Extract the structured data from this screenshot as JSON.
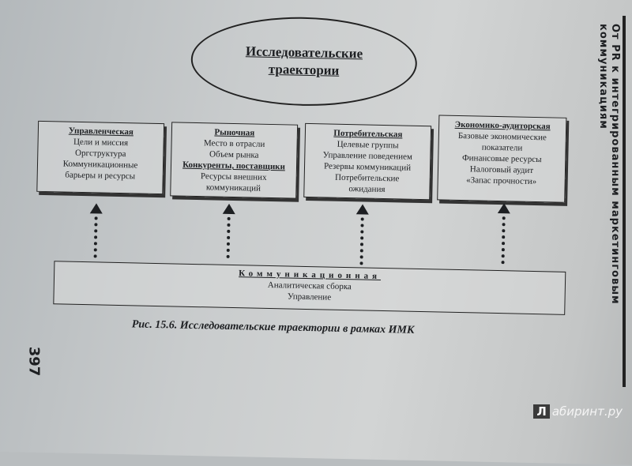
{
  "diagram": {
    "center": {
      "line1": "Исследовательские",
      "line2": "траектории"
    },
    "boxes": [
      {
        "title": "Управленческая",
        "lines": [
          "Цели и миссия",
          "Оргструктура",
          "Коммуникационные",
          "барьеры и ресурсы"
        ]
      },
      {
        "title": "Рыночная",
        "lines": [
          "Место в отрасли",
          "Объем рынка"
        ],
        "subtitle": "Конкуренты, поставщики",
        "lines2": [
          "Ресурсы внешних",
          "коммуникаций"
        ]
      },
      {
        "title": "Потребительская",
        "lines": [
          "Целевые группы",
          "Управление поведением",
          "Резервы коммуникаций",
          "Потребительские",
          "ожидания"
        ]
      },
      {
        "title": "Экономико-аудиторская",
        "lines": [
          "Базовые экономические",
          "показатели",
          "Финансовые ресурсы",
          "Налоговый аудит",
          "«Запас прочности»"
        ]
      }
    ],
    "bottom": {
      "title": "Коммуникационная",
      "lines": [
        "Аналитическая сборка",
        "Управление"
      ]
    }
  },
  "caption": "Рис. 15.6. Исследовательские траектории в рамках ИМК",
  "page_number": "397",
  "running_header": "От PR к интегрированным маркетинговым коммуникациям",
  "watermark": {
    "letter": "Л",
    "text": "абиринт.ру"
  }
}
